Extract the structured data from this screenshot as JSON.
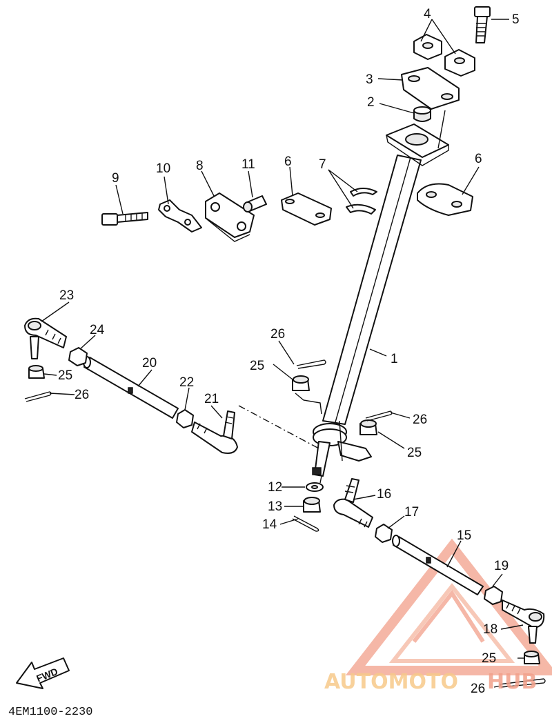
{
  "labels": {
    "p1": "1",
    "p2": "2",
    "p3": "3",
    "p4": "4",
    "p5": "5",
    "p6a": "6",
    "p6b": "6",
    "p7": "7",
    "p8": "8",
    "p9": "9",
    "p10": "10",
    "p11": "11",
    "p12": "12",
    "p13": "13",
    "p14": "14",
    "p15": "15",
    "p16": "16",
    "p17": "17",
    "p18": "18",
    "p19": "19",
    "p20": "20",
    "p21": "21",
    "p22": "22",
    "p23": "23",
    "p24": "24",
    "p25a": "25",
    "p25b": "25",
    "p25c": "25",
    "p25d": "25",
    "p26a": "26",
    "p26b": "26",
    "p26c": "26",
    "p26d": "26"
  },
  "fwd_arrow_text": "FWD",
  "diagram_code": "4EM1100-2230",
  "watermark": {
    "part1": "AUTOMOTO",
    "part2": "HUB",
    "color_primary": "#f2a08a",
    "color_secondary": "#f7c98a"
  }
}
